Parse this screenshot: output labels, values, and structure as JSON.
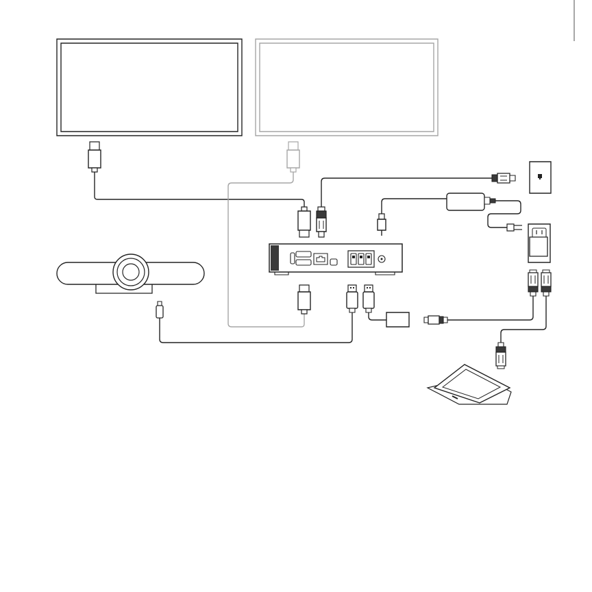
{
  "diagram": {
    "description_visible_text": "",
    "components": [
      {
        "id": "display-1",
        "kind": "display"
      },
      {
        "id": "display-2",
        "kind": "display",
        "style": "light"
      },
      {
        "id": "hdmi-plug-display-1",
        "kind": "hdmi-plug"
      },
      {
        "id": "hdmi-plug-display-2",
        "kind": "hdmi-plug",
        "style": "light"
      },
      {
        "id": "ethernet-wall-jack",
        "kind": "wall-jack"
      },
      {
        "id": "power-outlet",
        "kind": "power-outlet"
      },
      {
        "id": "power-adapter",
        "kind": "power-brick"
      },
      {
        "id": "compute-unit",
        "kind": "mini-pc"
      },
      {
        "id": "conference-camera",
        "kind": "camera-bar"
      },
      {
        "id": "usb-extender-box",
        "kind": "small-box"
      },
      {
        "id": "touch-controller",
        "kind": "tablet-controller"
      }
    ],
    "connections": [
      {
        "from": "hdmi-plug-display-1",
        "to": "compute-unit",
        "cable": "hdmi",
        "style": "dark"
      },
      {
        "from": "hdmi-plug-display-2",
        "to": "compute-unit",
        "cable": "hdmi",
        "style": "light"
      },
      {
        "from": "ethernet-wall-jack",
        "to": "compute-unit",
        "cable": "ethernet"
      },
      {
        "from": "power-adapter",
        "to": "compute-unit",
        "cable": "dc-power"
      },
      {
        "from": "power-adapter",
        "to": "power-outlet",
        "cable": "ac-power"
      },
      {
        "from": "conference-camera",
        "to": "compute-unit",
        "cable": "usb"
      },
      {
        "from": "usb-extender-box",
        "to": "compute-unit",
        "cable": "usb"
      },
      {
        "from": "usb-extender-box",
        "to": "power-outlet",
        "cable": "ethernet"
      },
      {
        "from": "touch-controller",
        "to": "power-outlet",
        "cable": "ethernet"
      }
    ],
    "colors": {
      "stroke": "#222222",
      "stroke_light": "#a6a6a6",
      "fill_dark": "#3a3a3a",
      "fill_mid": "#8c8c8c",
      "fill_light": "#e0e0e0",
      "background": "#ffffff"
    }
  }
}
